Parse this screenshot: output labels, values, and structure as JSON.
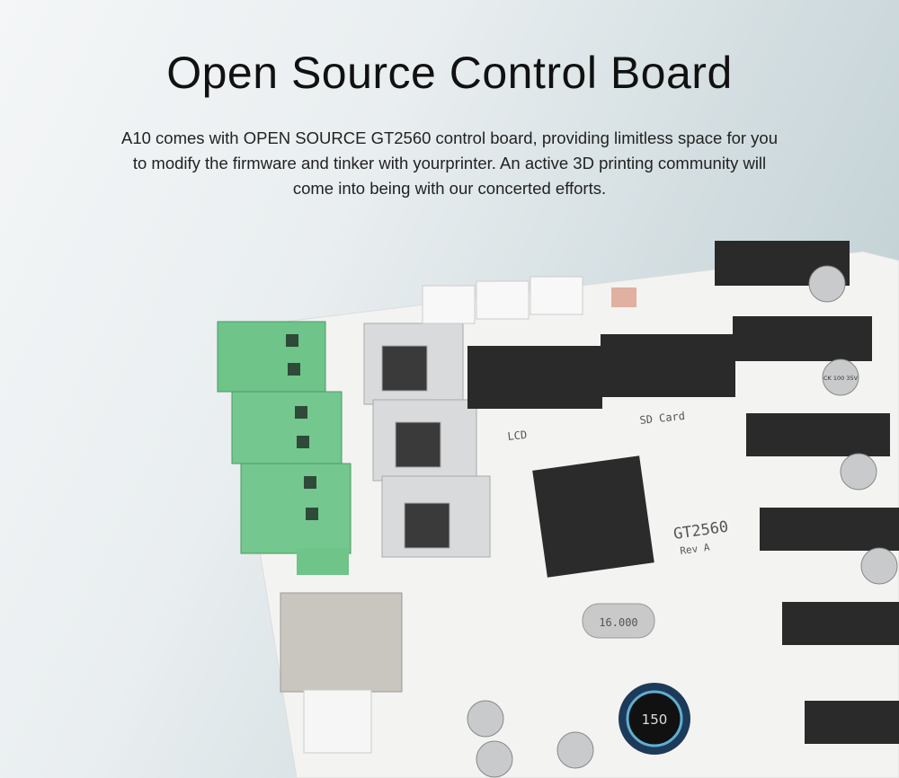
{
  "title": "Open Source Control Board",
  "description": "A10 comes with OPEN SOURCE GT2560 control board, providing limitless space for you to modify the firmware and tinker with yourprinter. An active 3D printing community will come into being with our concerted efforts.",
  "board": {
    "model": "GT2560",
    "revision": "Rev A",
    "sd_label": "SD Card",
    "lcd_label": "LCD",
    "crystal": "16.000",
    "inductor": "150",
    "capacitor": "CK 100 35V"
  },
  "colors": {
    "terminal": "#6fc48a",
    "board": "#f4f4f2",
    "header": "#2a2a2a"
  }
}
